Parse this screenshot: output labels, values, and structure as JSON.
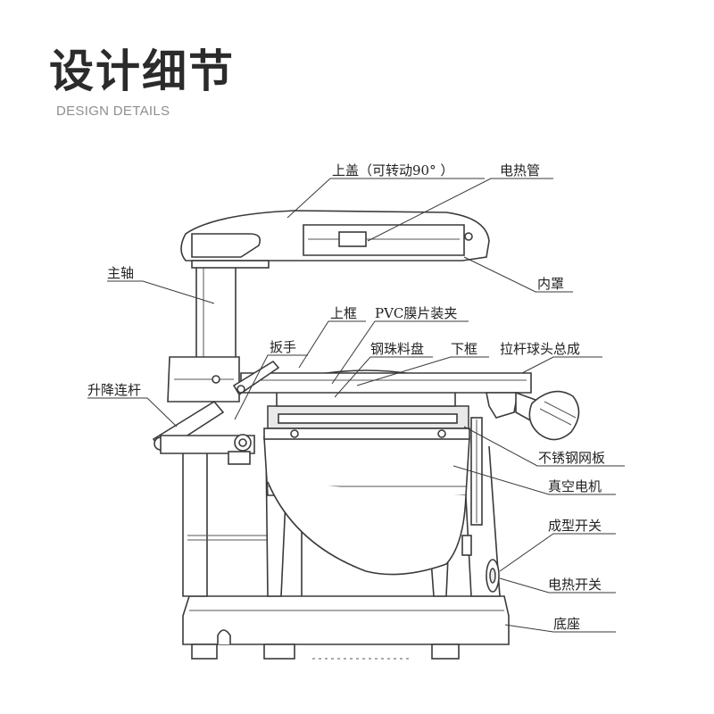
{
  "header": {
    "title": "设计细节",
    "subtitle": "DESIGN DETAILS"
  },
  "labels": {
    "top_cover": "上盖（可转动90°  ）",
    "heating_tube": "电热管",
    "inner_cover": "内罩",
    "main_shaft": "主轴",
    "upper_frame": "上框",
    "pvc_clamp": "PVC膜片装夹",
    "wrench": "扳手",
    "bead_tray": "钢珠料盘",
    "lower_frame": "下框",
    "pull_rod_ball_assembly": "拉杆球头总成",
    "lifting_link": "升降连杆",
    "stainless_mesh_plate": "不锈钢网板",
    "vacuum_motor": "真空电机",
    "forming_switch": "成型开关",
    "heating_switch": "电热开关",
    "base": "底座"
  }
}
